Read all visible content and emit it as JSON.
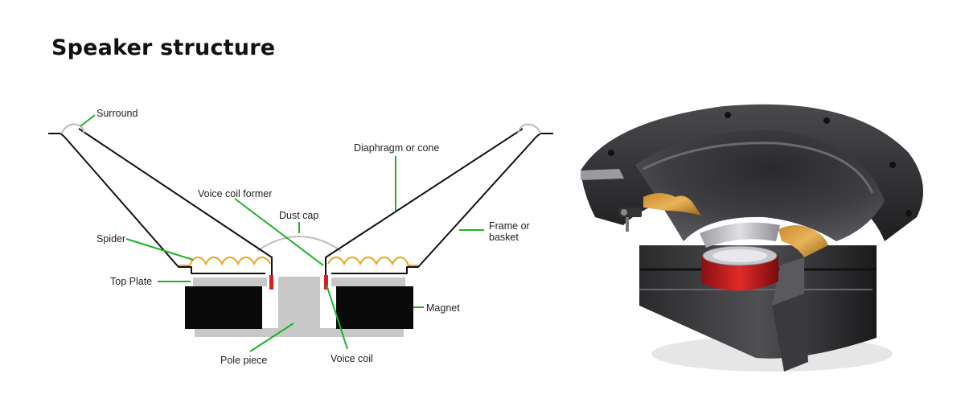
{
  "title": "Speaker structure",
  "labels": {
    "surround": "Surround",
    "diaphragm": "Diaphragm or cone",
    "voice_coil_former": "Voice coil former",
    "dust_cap": "Dust cap",
    "spider": "Spider",
    "frame_line1": "Frame or",
    "frame_line2": "basket",
    "top_plate": "Top Plate",
    "magnet": "Magnet",
    "pole_piece": "Pole piece",
    "voice_coil": "Voice coil"
  },
  "colors": {
    "leader": "#1fb12a",
    "cone": "#111111",
    "spider": "#e6a817",
    "coil": "#d81e1e",
    "magnet": "#0a0a0a",
    "plate": "#c8c8c8",
    "dome": "#bdbdbd"
  }
}
